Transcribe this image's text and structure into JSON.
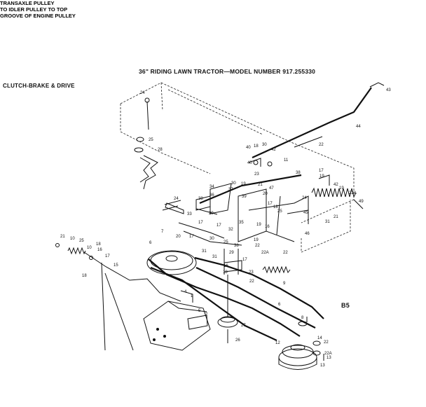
{
  "header": {
    "title": "36\" RIDING LAWN TRACTOR—MODEL NUMBER 917.255330",
    "section": "CLUTCH-BRAKE & DRIVE",
    "figure_number": "B5"
  },
  "note": {
    "lines": [
      "TRANSAXLE PULLEY",
      "TO IDLER PULLEY TO TOP",
      "GROOVE OF ENGINE PULLEY"
    ]
  },
  "callouts": [
    "1",
    "2",
    "3",
    "4",
    "5",
    "6",
    "7",
    "8",
    "9",
    "10",
    "11",
    "12",
    "13",
    "14",
    "15",
    "16",
    "17",
    "18",
    "19",
    "20",
    "21",
    "22",
    "22A",
    "23",
    "24",
    "25",
    "26",
    "27",
    "28",
    "29",
    "30",
    "31",
    "32",
    "33",
    "34",
    "35",
    "36",
    "37",
    "38",
    "39",
    "40",
    "41",
    "42",
    "43",
    "44",
    "45",
    "46",
    "47",
    "48",
    "49",
    "50"
  ]
}
